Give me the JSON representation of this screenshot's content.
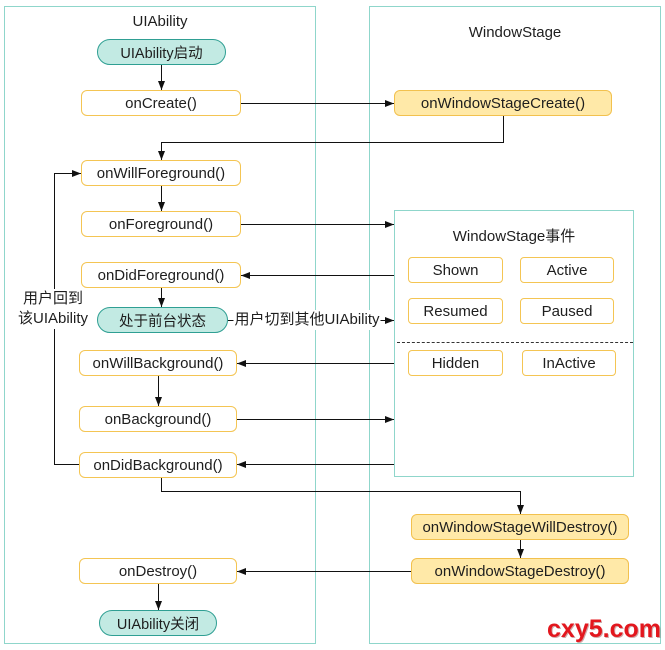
{
  "diagram": {
    "uiability_panel": {
      "title": "UIAbility",
      "start": "UIAbility启动",
      "on_create": "onCreate()",
      "on_will_foreground": "onWillForeground()",
      "on_foreground": "onForeground()",
      "on_did_foreground": "onDidForeground()",
      "foreground_state": "处于前台状态",
      "on_will_background": "onWillBackground()",
      "on_background": "onBackground()",
      "on_did_background": "onDidBackground()",
      "on_destroy": "onDestroy()",
      "end": "UIAbility关闭"
    },
    "windowstage_panel": {
      "title": "WindowStage",
      "on_window_stage_create": "onWindowStageCreate()",
      "events": {
        "title": "WindowStage事件",
        "items": [
          "Shown",
          "Active",
          "Resumed",
          "Paused",
          "Hidden",
          "InActive"
        ]
      },
      "on_window_stage_will_destroy": "onWindowStageWillDestroy()",
      "on_window_stage_destroy": "onWindowStageDestroy()"
    },
    "edge_labels": {
      "switch_to_other_uiability": "用户切到其他UIAbility",
      "return_to_uiability": [
        "用户回到",
        "该UIAbility"
      ]
    }
  },
  "watermark": "cxy5.com",
  "colors": {
    "panel_border": "#8fd6cb",
    "node_border": "#f4c553",
    "callback_fill": "#ffe9a8",
    "callback_border": "#f2c14e",
    "state_fill": "#c2eae3",
    "state_border": "#2f9f93",
    "arrow": "#111111",
    "text": "#1e1e1e",
    "watermark": "#e3171e"
  }
}
